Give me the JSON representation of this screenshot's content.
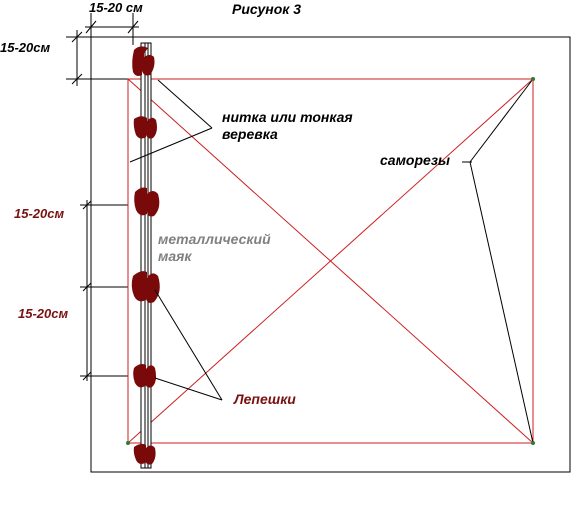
{
  "figure": {
    "title": "Рисунок 3",
    "dim_top": "15-20 см",
    "dim_left_top": "15-20см",
    "dim_left_mid": "15-20см",
    "dim_left_bottom": "15-20см",
    "thread_line1": "нитка или тонкая",
    "thread_line2": "веревка",
    "screws": "саморезы",
    "beacon_line1": "металлический",
    "beacon_line2": "маяк",
    "patties": "Лепешки"
  },
  "colors": {
    "frame": "#000000",
    "thread": "#cc1f1f",
    "patty": "#7a0a0a",
    "dim_label": "#7a1010",
    "beacon_label": "#808080",
    "screw": "#2f7a2f"
  }
}
